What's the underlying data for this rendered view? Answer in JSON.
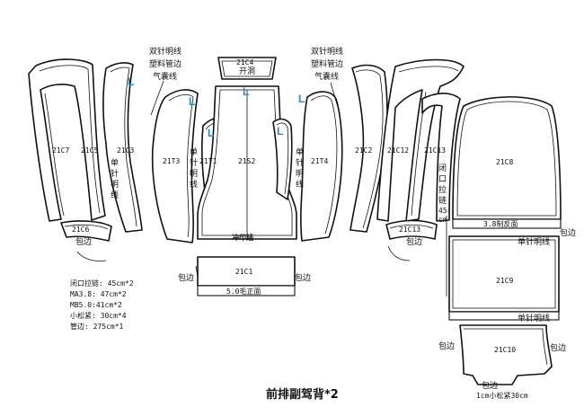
{
  "title": "前排副驾背*2",
  "callouts": {
    "left_1": "双针明线",
    "left_2": "塑料管边",
    "left_3": "气囊线",
    "right_1": "双针明线",
    "right_2": "塑料管边",
    "right_3": "气囊线",
    "kaikou": "开洞",
    "chongyin": "冲印线",
    "dan": "单",
    "zhen": "针",
    "ming": "明",
    "xian": "线",
    "bibian": "包边",
    "zhengmian": "5.0毛正面",
    "fanmian": "3.8制反面",
    "danzhen": "单针明线",
    "songjin": "1cm小松紧30cm",
    "zipper_a": "闭",
    "zipper_b": "口",
    "zipper_c": "拉",
    "zipper_d": "链",
    "zipper_e": "45",
    "zipper_f": "cm",
    "L": "L"
  },
  "pieces": {
    "c7": "21C7",
    "c5": "21C5",
    "c3": "21C3",
    "t3": "21T3",
    "t1": "21T1",
    "c4": "21C4",
    "s2": "21S2",
    "t4": "21T4",
    "c2": "21C2",
    "c12": "21C12",
    "c13": "21C13",
    "c6": "21C6",
    "c13b": "21C13",
    "c8": "21C8",
    "c9": "21C9",
    "c10": "21C10",
    "c1": "21C1"
  },
  "notes": {
    "n1": "闭口拉链: 45cm*2",
    "n2": "MA3.8: 47cm*2",
    "n3": "MB5.0:41cm*2",
    "n4": "小松紧: 30cm*4",
    "n5": "管边: 275cm*1"
  }
}
